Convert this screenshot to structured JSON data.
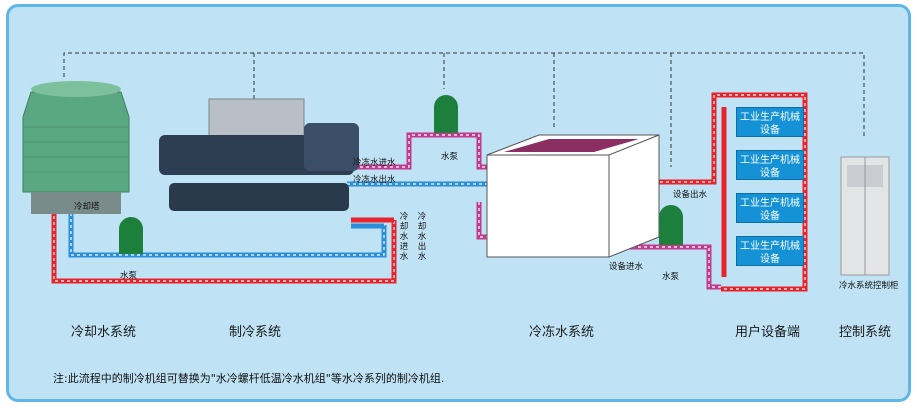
{
  "sections": {
    "cooling": "冷却水系统",
    "refrigeration": "制冷系统",
    "chilled": "冷冻水系统",
    "user": "用户设备端",
    "control": "控制系统"
  },
  "labels": {
    "tower": "冷却塔",
    "pump_left": "水泵",
    "pump_top": "水泵",
    "pump_right": "水泵",
    "chilled_in": "冷冻水进水",
    "chilled_out": "冷冻水出水",
    "cooling_in": "冷却水进水",
    "cooling_out": "冷却水出水",
    "device_out": "设备出水",
    "device_in": "设备进水",
    "cabinet": "冷水系统控制柜"
  },
  "devices": [
    "工业生产机械设备",
    "工业生产机械设备",
    "工业生产机械设备",
    "工业生产机械设备"
  ],
  "note": "注:此流程中的制冷机组可替换为\"水冷螺杆低温冷水机组\"等水冷系列的制冷机组.",
  "colors": {
    "hot": "#e8232b",
    "cold": "#2a8fd8",
    "chilled": "#c03b8e",
    "frame": "#5fb7e8"
  }
}
